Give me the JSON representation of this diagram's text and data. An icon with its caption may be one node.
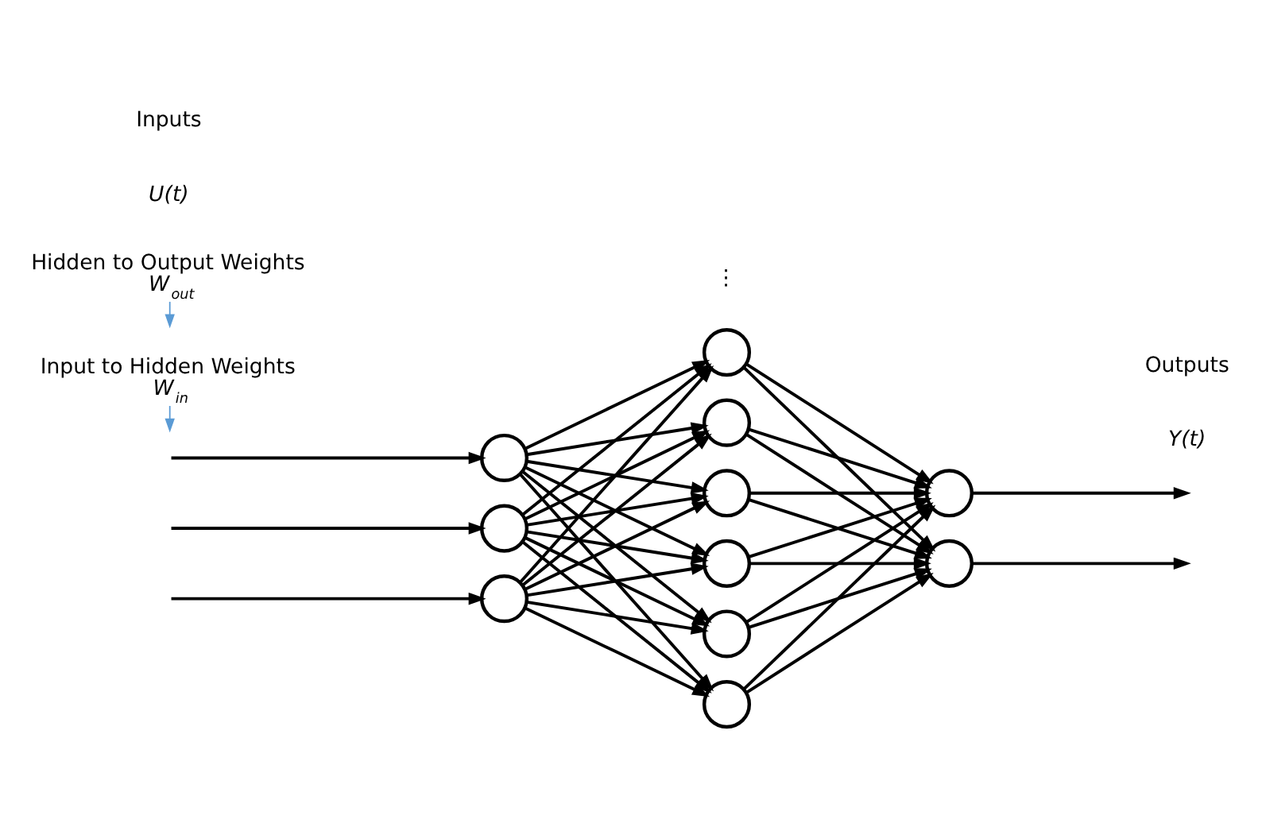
{
  "diagram": {
    "nodes": [
      {
        "text": [],
        "shape": "circle"
      },
      {
        "text": [],
        "shape": "circle"
      },
      {
        "text": [],
        "shape": "circle"
      },
      {
        "text": [],
        "shape": "circle"
      },
      {
        "text": [],
        "shape": "circle"
      },
      {
        "text": [],
        "shape": "circle"
      },
      {
        "text": [],
        "shape": "circle"
      },
      {
        "text": [],
        "shape": "circle"
      },
      {
        "text": [],
        "shape": "circle"
      },
      {
        "text": [],
        "shape": "circle"
      },
      {
        "text": [],
        "shape": "circle"
      },
      {
        "text": [
          "Input to Hidden Weights",
          "W$_{in}$"
        ]
      },
      {
        "text": [
          "Hidden to Output Weights",
          "W$_{out}$"
        ]
      }
    ],
    "edges": [
      {
        "from": null,
        "to": 0,
        "arrow": "to"
      },
      {
        "from": null,
        "to": 1,
        "arrow": "to"
      },
      {
        "from": null,
        "to": 2,
        "arrow": "to"
      },
      {
        "from": 0,
        "to": 3,
        "arrow": "to"
      },
      {
        "from": 0,
        "to": 4,
        "arrow": "to"
      },
      {
        "from": 0,
        "to": 5,
        "arrow": "to"
      },
      {
        "from": 0,
        "to": 6,
        "arrow": "to"
      },
      {
        "from": 0,
        "to": 7,
        "arrow": "to"
      },
      {
        "from": 0,
        "to": 8,
        "arrow": "to"
      },
      {
        "from": 1,
        "to": 3,
        "arrow": "to"
      },
      {
        "from": 1,
        "to": 4,
        "arrow": "to"
      },
      {
        "from": 1,
        "to": 5,
        "arrow": "to"
      },
      {
        "from": 1,
        "to": 6,
        "arrow": "to"
      },
      {
        "from": 1,
        "to": 7,
        "arrow": "to"
      },
      {
        "from": 1,
        "to": 8,
        "arrow": "to"
      },
      {
        "from": 2,
        "to": 3,
        "arrow": "to"
      },
      {
        "from": 2,
        "to": 4,
        "arrow": "to"
      },
      {
        "from": 2,
        "to": 5,
        "arrow": "to"
      },
      {
        "from": 2,
        "to": 6,
        "arrow": "to"
      },
      {
        "from": 2,
        "to": 7,
        "arrow": "to"
      },
      {
        "from": 2,
        "to": 8,
        "arrow": "to"
      },
      {
        "from": 3,
        "to": 9,
        "arrow": "to"
      },
      {
        "from": 3,
        "to": 10,
        "arrow": "to"
      },
      {
        "from": 4,
        "to": 9,
        "arrow": "to"
      },
      {
        "from": 4,
        "to": 10,
        "arrow": "to"
      },
      {
        "from": 5,
        "to": 9,
        "arrow": "to"
      },
      {
        "from": 5,
        "to": 10,
        "arrow": "to"
      },
      {
        "from": 6,
        "to": 9,
        "arrow": "to"
      },
      {
        "from": 6,
        "to": 10,
        "arrow": "to"
      },
      {
        "from": 7,
        "to": 9,
        "arrow": "to"
      },
      {
        "from": 7,
        "to": 10,
        "arrow": "to"
      },
      {
        "from": 8,
        "to": 9,
        "arrow": "to"
      },
      {
        "from": 8,
        "to": 10,
        "arrow": "to"
      },
      {
        "from": 9,
        "to": null,
        "arrow": "to"
      },
      {
        "from": 10,
        "to": null,
        "arrow": "to"
      },
      {
        "from": 11,
        "to": null,
        "arrow": "to",
        "color": "#5b9bd5"
      },
      {
        "from": 12,
        "to": null,
        "arrow": "to",
        "color": "#5b9bd5"
      }
    ],
    "labels": [
      "Inputs",
      "U(t)",
      "⋮",
      "Outputs",
      "Y(t)"
    ]
  }
}
